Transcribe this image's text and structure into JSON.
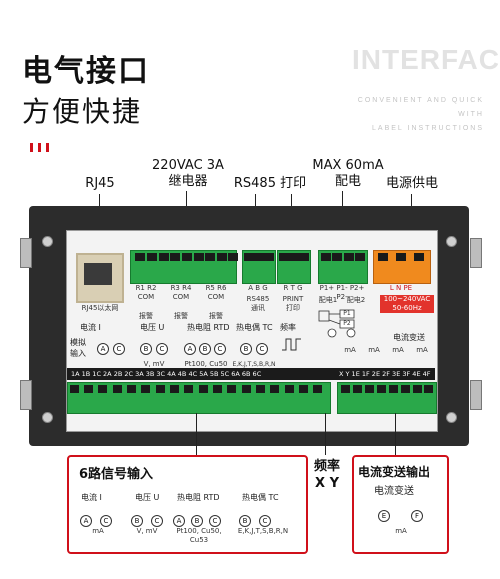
{
  "header": {
    "title": "电气接口",
    "subtitle": "方便快捷",
    "watermark_title": "INTERFACE",
    "watermark_line1": "CONVENIENT AND QUICK WITH",
    "watermark_line2": "LABEL INSTRUCTIONS"
  },
  "top_labels": {
    "rj45": "RJ45",
    "relay_line1": "220VAC 3A",
    "relay_line2": "继电器",
    "rs485_print": "RS485 打印",
    "ma_line1": "MAX 60mA",
    "ma_line2": "配电",
    "power": "电源供电"
  },
  "panel": {
    "rj45_caption": "RJ45以太网",
    "relay_groups": [
      {
        "pins": "R1 R2 COM",
        "label": "报警"
      },
      {
        "pins": "R3 R4 COM",
        "label": "报警"
      },
      {
        "pins": "R5 R6 COM",
        "label": "报警"
      }
    ],
    "rs485_pins": "A  B  G",
    "rs485_label_1": "RS485",
    "rs485_label_2": "通讯",
    "print_pins": "R  T  G",
    "print_label_1": "PRINT",
    "print_label_2": "打印",
    "dist_pins": "P1+ P1-  P2+ P2-",
    "dist_label_1": "配电1",
    "dist_label_2": "配电2",
    "power_pins": "L   N   PE",
    "power_label": "100~240VAC",
    "power_freq": "50-60Hz",
    "sig_current": "电流 I",
    "sig_voltage": "电压 U",
    "sig_rtd": "热电阻 RTD",
    "sig_tc": "热电偶 TC",
    "sig_freq": "频率",
    "sig_sim_1": "模拟",
    "sig_sim_2": "输入",
    "sig_rtd_types": "Pt100, Cu50",
    "sig_tc_types": "E,K,J,T,S,B,R,N",
    "sig_v_mv": "V, mV",
    "tx_title": "电流变送",
    "tx_ma": "mA",
    "bottom_bar_left": "1A 1B 1C  2A 2B 2C  3A 3B 3C  4A 4B 4C  5A 5B 5C  6A 6B 6C",
    "bottom_bar_right": "X  Y  1E 1F  2E 2F  3E 3F  4E 4F",
    "p1_label": "P1",
    "p2_label": "P2"
  },
  "callouts": {
    "six_channel": {
      "title": "6路信号输入",
      "current_label": "电流 I",
      "voltage_label": "电压 U",
      "rtd_label": "热电阻 RTD",
      "tc_label": "热电偶 TC",
      "current_unit": "mA",
      "voltage_unit": "V, mV",
      "rtd_types": "Pt100, Cu50, Cu53",
      "tc_types": "E,K,J,T,S,B,R,N"
    },
    "freq": {
      "line1": "频率",
      "line2": "X Y"
    },
    "tx_output": {
      "title": "电流变送输出",
      "sub": "电流变送",
      "unit": "mA",
      "e": "E",
      "f": "F"
    }
  },
  "colors": {
    "accent_red": "#d0101a",
    "terminal_green": "#2aa84a",
    "terminal_orange": "#f08a1e",
    "panel_dark": "#2c2c2c"
  }
}
